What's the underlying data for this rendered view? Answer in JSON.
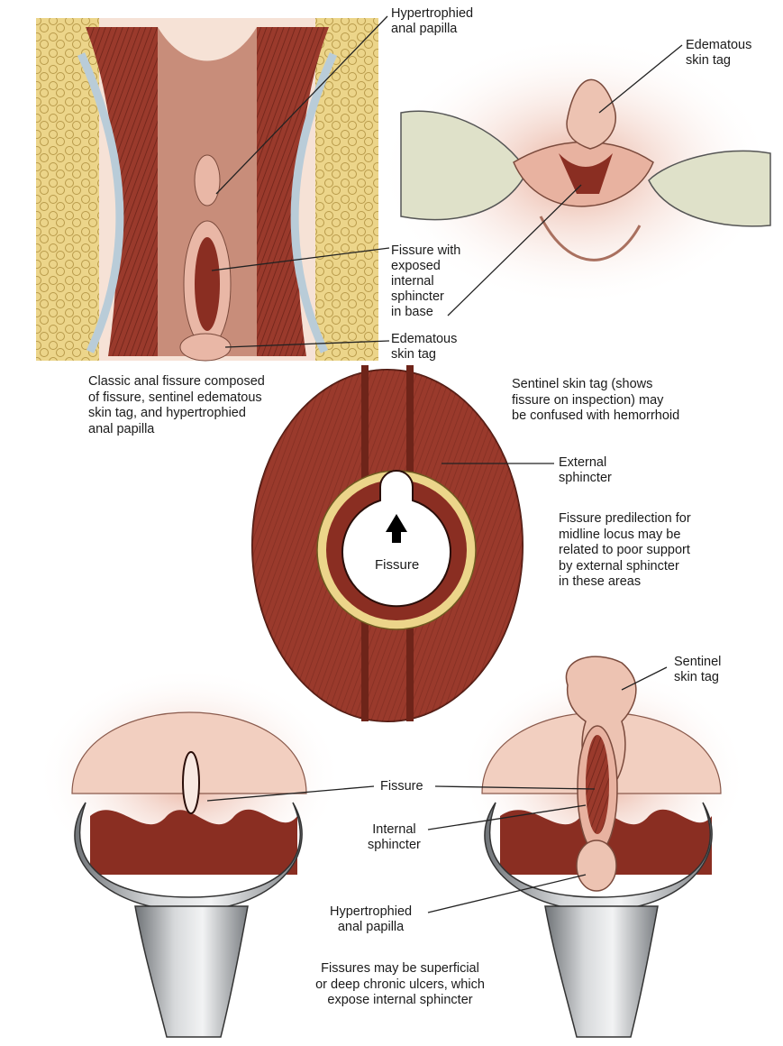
{
  "panel_top_left": {
    "label_papilla": "Hypertrophied\nanal papilla",
    "label_fissure": "Fissure with\nexposed\ninternal\nsphincter\nin base",
    "label_tag": "Edematous\nskin tag",
    "caption": "Classic anal fissure composed\nof fissure, sentinel edematous\nskin tag, and hypertrophied\nanal papilla"
  },
  "panel_top_right": {
    "label_tag": "Edematous\nskin tag",
    "caption": "Sentinel skin tag (shows\nfissure on inspection) may\nbe confused with hemorrhoid"
  },
  "panel_middle": {
    "label_external": "External\nsphincter",
    "fissure_word": "Fissure",
    "caption": "Fissure predilection for\nmidline locus may be\nrelated to poor support\nby external sphincter\nin these areas"
  },
  "panel_bottom": {
    "label_sentinel": "Sentinel\nskin tag",
    "label_fissure": "Fissure",
    "label_internal": "Internal\nsphincter",
    "label_papilla": "Hypertrophied\nanal papilla",
    "caption": "Fissures may be superficial\nor deep chronic ulcers, which\nexpose internal sphincter"
  },
  "colors": {
    "muscle": "#9a3a2c",
    "muscle_dark": "#6e2419",
    "skin": "#e9b7a6",
    "skin_light": "#f5d9cc",
    "fat": "#ecd58a",
    "vessel": "#b9ccd8",
    "glove": "#dfe1c9",
    "speculum": "#b9bcbf",
    "leader": "#222222"
  }
}
